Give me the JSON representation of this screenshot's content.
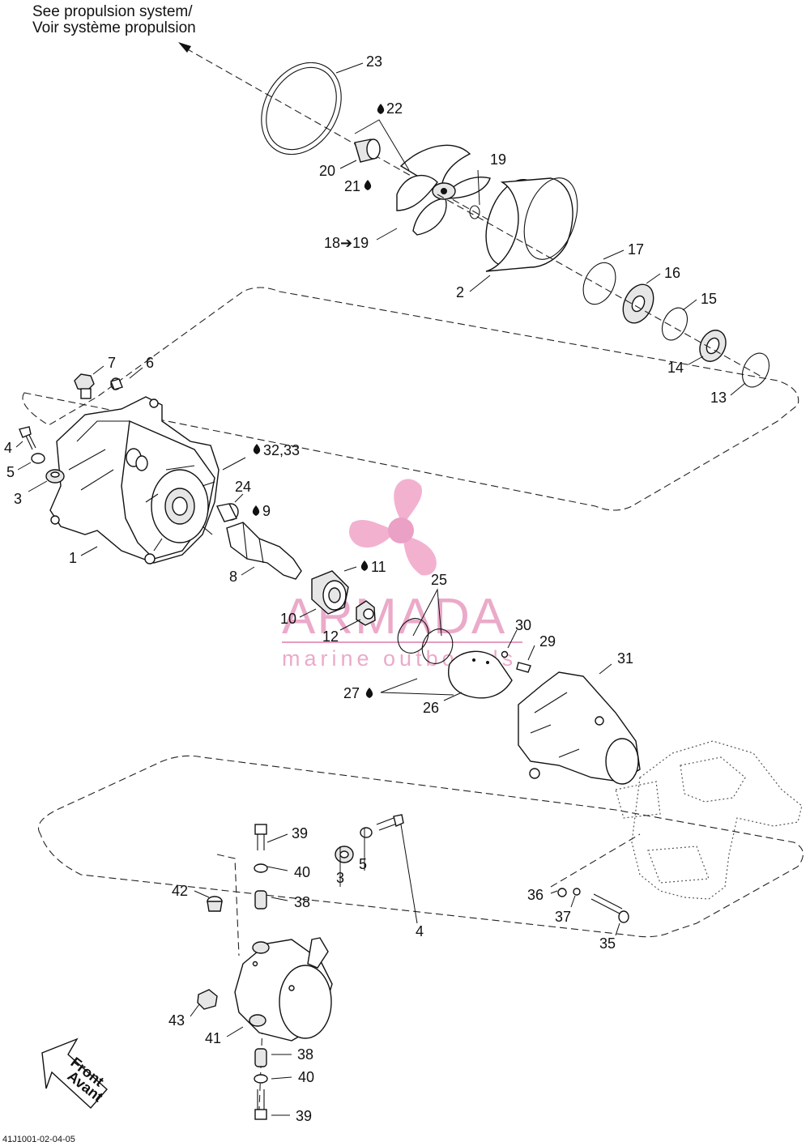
{
  "header": {
    "line1": "See propulsion system/",
    "line2": "Voir système propulsion"
  },
  "watermark": {
    "brand": "ARMADA",
    "sub": "marine outboards",
    "color": "#e38ab5"
  },
  "labels": {
    "l23": "23",
    "l22": "22",
    "l20": "20",
    "l21": "21",
    "l19a": "19",
    "l18_19": "18➔19",
    "l17": "17",
    "l16": "16",
    "l2": "2",
    "l15": "15",
    "l14": "14",
    "l13": "13",
    "l7": "7",
    "l6": "6",
    "l4a": "4",
    "l5a": "5",
    "l3a": "3",
    "l32_33": "32,33",
    "l24": "24",
    "l9": "9",
    "l1": "1",
    "l8": "8",
    "l11": "11",
    "l25": "25",
    "l10": "10",
    "l12": "12",
    "l30": "30",
    "l29": "29",
    "l31": "31",
    "l27": "27",
    "l26": "26",
    "l39a": "39",
    "l40a": "40",
    "l42": "42",
    "l38a": "38",
    "l3b": "3",
    "l5b": "5",
    "l4b": "4",
    "l36": "36",
    "l37": "37",
    "l35": "35",
    "l43": "43",
    "l41": "41",
    "l38b": "38",
    "l40b": "40",
    "l39b": "39"
  },
  "front_arrow": {
    "line1": "Front",
    "line2": "Avant"
  },
  "footer": {
    "code": "41J1001-02-04-05"
  }
}
